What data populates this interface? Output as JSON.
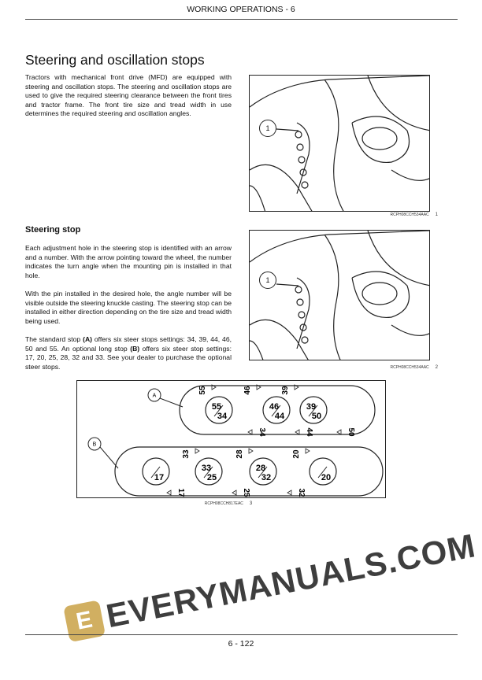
{
  "header": {
    "section": "WORKING OPERATIONS - 6"
  },
  "title": "Steering and oscillation stops",
  "intro": "Tractors with mechanical front drive (MFD) are equipped with steering and oscillation stops. The steering and oscillation stops are used to give the required steering clearance between the front tires and tractor frame. The front tire size and tread width in use determines the required steering and oscillation angles.",
  "steering_stop": {
    "heading": "Steering stop",
    "p1": "Each adjustment hole in the steering stop is identified with an arrow and a number. With the arrow pointing toward the wheel, the number indicates the turn angle when the mounting pin is installed in that hole.",
    "p2": "With the pin installed in the desired hole, the angle number will be visible outside the steering knuckle casting. The steering stop can be installed in either direction depending on the tire size and tread width being used.",
    "p3_a": "The standard stop ",
    "p3_b": "(A)",
    "p3_c": " offers six steer stops settings: 34, 39, 44, 46, 50 and 55. An optional long stop ",
    "p3_d": "(B)",
    "p3_e": " offers six steer stop settings: 17, 20, 25, 28, 32 and 33. See your dealer to purchase the optional steer stops."
  },
  "figures": [
    {
      "callout": "1",
      "code": "RCPH08CCH534AAC",
      "number": "1"
    },
    {
      "callout": "1",
      "code": "RCPH08CCH534AAC",
      "number": "2"
    },
    {
      "code": "RCPH08CCH817EAC",
      "number": "3",
      "stop_a": {
        "label": "A",
        "holes": [
          [
            "55",
            "34"
          ],
          [
            "46",
            "44"
          ],
          [
            "39",
            "50"
          ]
        ],
        "top": [
          "55",
          "46",
          "39"
        ],
        "bottom": [
          "34",
          "44",
          "50"
        ]
      },
      "stop_b": {
        "label": "B",
        "holes": [
          [
            "",
            "17"
          ],
          [
            "33",
            "25"
          ],
          [
            "28",
            "32"
          ],
          [
            "",
            "20"
          ]
        ],
        "top": [
          "33",
          "28",
          "20"
        ],
        "bottom": [
          "17",
          "25",
          "32"
        ]
      }
    }
  ],
  "watermark": {
    "text": "EVERYMANUALS.COM",
    "logo": "E"
  },
  "footer": {
    "page": "6 - 122"
  }
}
